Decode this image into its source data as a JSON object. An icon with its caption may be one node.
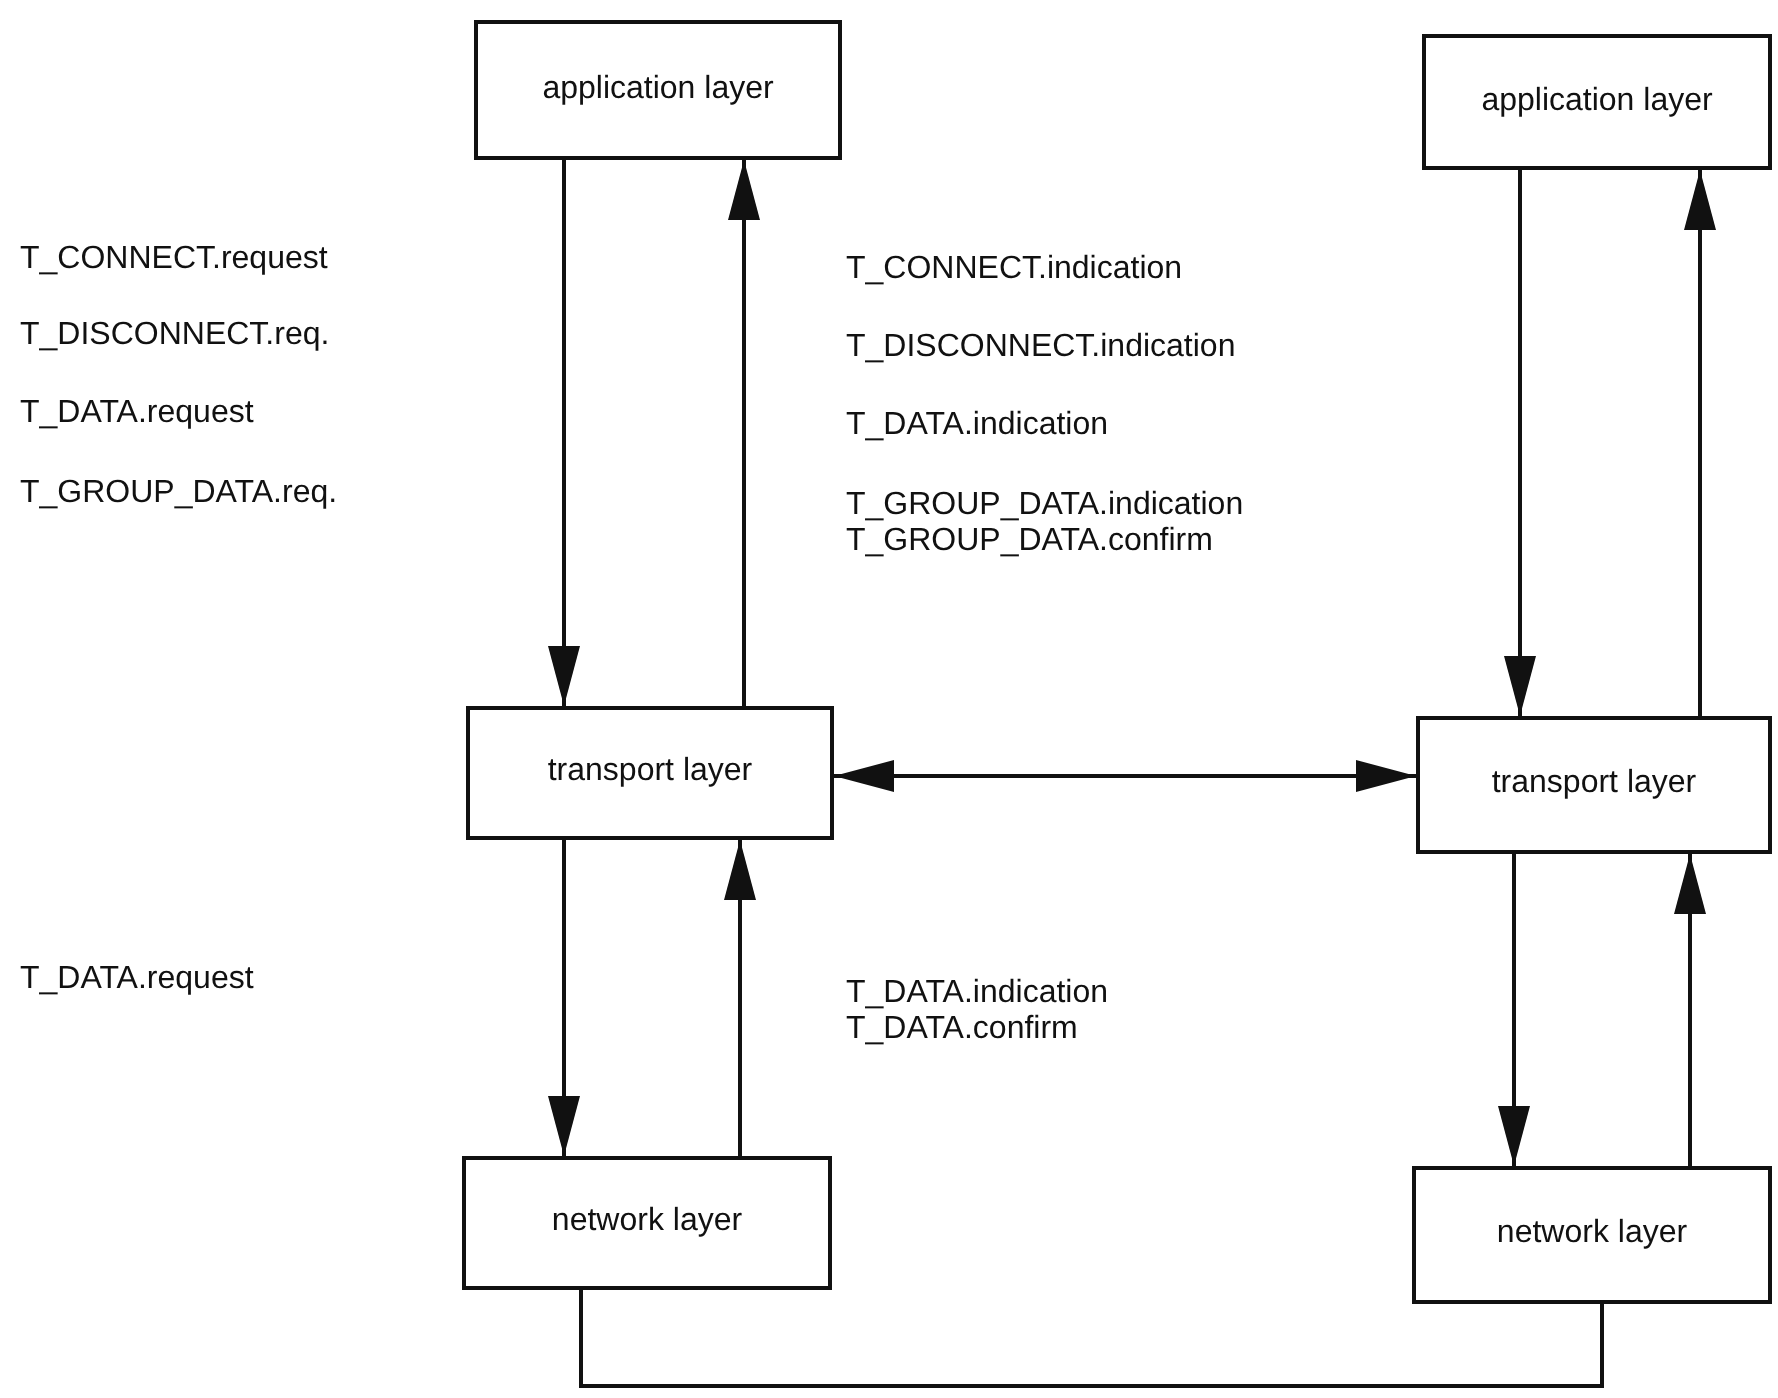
{
  "diagram": {
    "nodes": [
      {
        "text": [
          "application layer"
        ]
      },
      {
        "text": [
          "application layer"
        ]
      },
      {
        "text": [
          "transport layer"
        ]
      },
      {
        "text": [
          "transport layer"
        ]
      },
      {
        "text": [
          "network layer"
        ]
      },
      {
        "text": [
          "network layer"
        ]
      }
    ],
    "edges": [
      {
        "from": 0,
        "to": 2,
        "arrow": "to"
      },
      {
        "from": 2,
        "to": 0,
        "arrow": "to"
      },
      {
        "from": 1,
        "to": 3,
        "arrow": "to"
      },
      {
        "from": 3,
        "to": 1,
        "arrow": "to"
      },
      {
        "from": 2,
        "to": 3,
        "arrow": "both"
      },
      {
        "from": 2,
        "to": 4,
        "arrow": "to"
      },
      {
        "from": 4,
        "to": 2,
        "arrow": "to"
      },
      {
        "from": 3,
        "to": 5,
        "arrow": "to"
      },
      {
        "from": 5,
        "to": 3,
        "arrow": "to"
      },
      {
        "from": 4,
        "to": 5,
        "arrow": "none"
      }
    ],
    "labels": [
      "T_CONNECT.request",
      "T_DISCONNECT.req.",
      "T_DATA.request",
      "T_GROUP_DATA.req.",
      "T_CONNECT.indication",
      "T_DISCONNECT.indication",
      "T_DATA.indication",
      "T_GROUP_DATA.indication",
      "T_GROUP_DATA.confirm",
      "T_DATA.request",
      "T_DATA.indication",
      "T_DATA.confirm"
    ]
  }
}
